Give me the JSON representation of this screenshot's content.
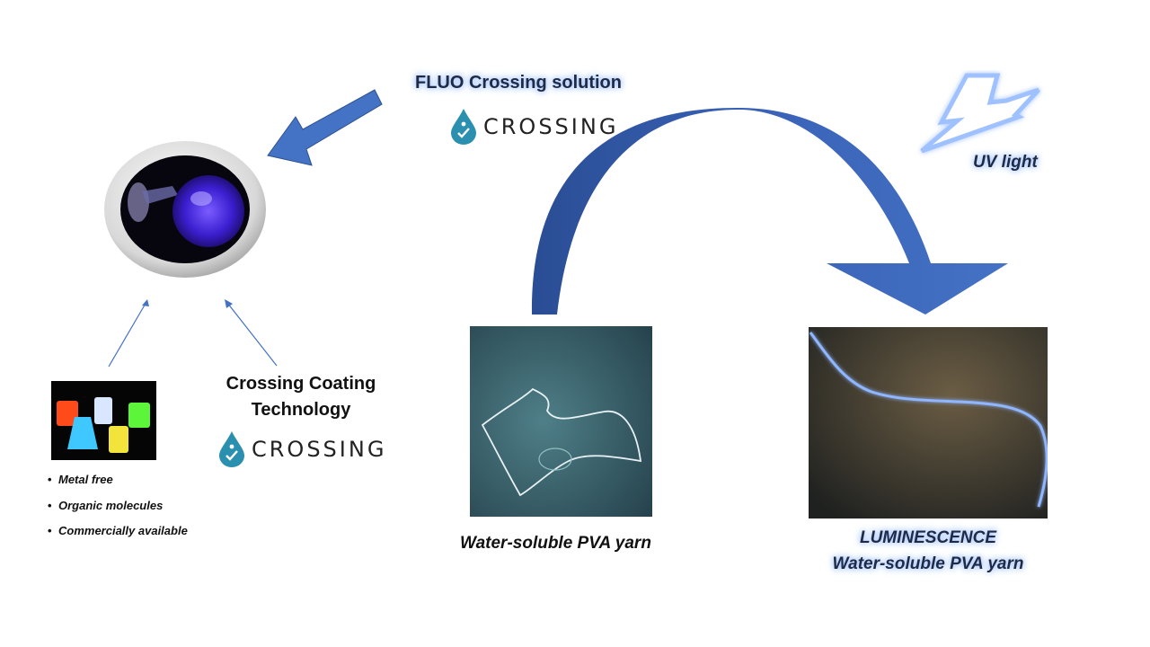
{
  "diagram": {
    "fluo_title": "FLUO Crossing solution",
    "brand_name_top": "CROSSING",
    "uv_label": "UV light",
    "coating_tech_line1": "Crossing Coating",
    "coating_tech_line2": "Technology",
    "brand_name_bottom": "CROSSING",
    "bullets": [
      "Metal free",
      "Organic molecules",
      "Commercially available"
    ],
    "pva_label": "Water-soluble PVA yarn",
    "lum_line1": "LUMINESCENCE",
    "lum_line2": "Water-soluble PVA yarn"
  },
  "colors": {
    "arrow_blue": "#4472c4",
    "arrow_dark": "#2f4f96",
    "logo_teal": "#2b8fb0",
    "glow": "#9fc1ff"
  },
  "icons": [
    "drop-hand-logo-icon",
    "lightning-icon"
  ]
}
